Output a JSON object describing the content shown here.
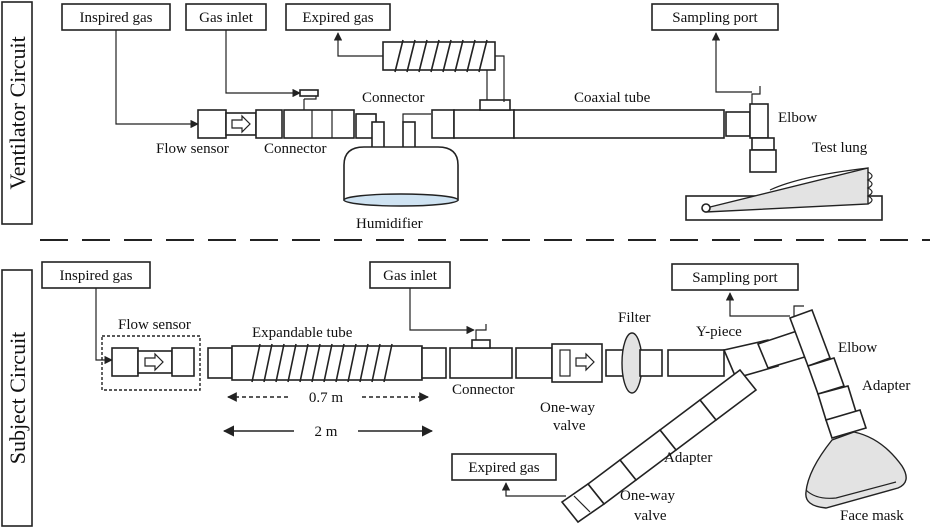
{
  "sections": {
    "ventilator": "Ventilator Circuit",
    "subject": "Subject Circuit"
  },
  "ventilator": {
    "inspired_gas": "Inspired gas",
    "gas_inlet": "Gas inlet",
    "expired_gas": "Expired gas",
    "sampling_port": "Sampling port",
    "connector_top": "Connector",
    "coaxial_tube": "Coaxial tube",
    "elbow": "Elbow",
    "test_lung": "Test lung",
    "flow_sensor": "Flow sensor",
    "connector_bottom": "Connector",
    "humidifier": "Humidifier"
  },
  "subject": {
    "inspired_gas": "Inspired gas",
    "flow_sensor": "Flow sensor",
    "expandable_tube": "Expandable tube",
    "gas_inlet": "Gas inlet",
    "filter": "Filter",
    "y_piece": "Y-piece",
    "sampling_port": "Sampling port",
    "elbow": "Elbow",
    "adapter_right": "Adapter",
    "connector": "Connector",
    "one_way_valve_1": "One-way",
    "one_way_valve_1b": "valve",
    "dist_07": "0.7 m",
    "dist_2": "2 m",
    "expired_gas": "Expired gas",
    "adapter_lower": "Adapter",
    "one_way_valve_2": "One-way",
    "one_way_valve_2b": "valve",
    "face_mask": "Face mask"
  }
}
